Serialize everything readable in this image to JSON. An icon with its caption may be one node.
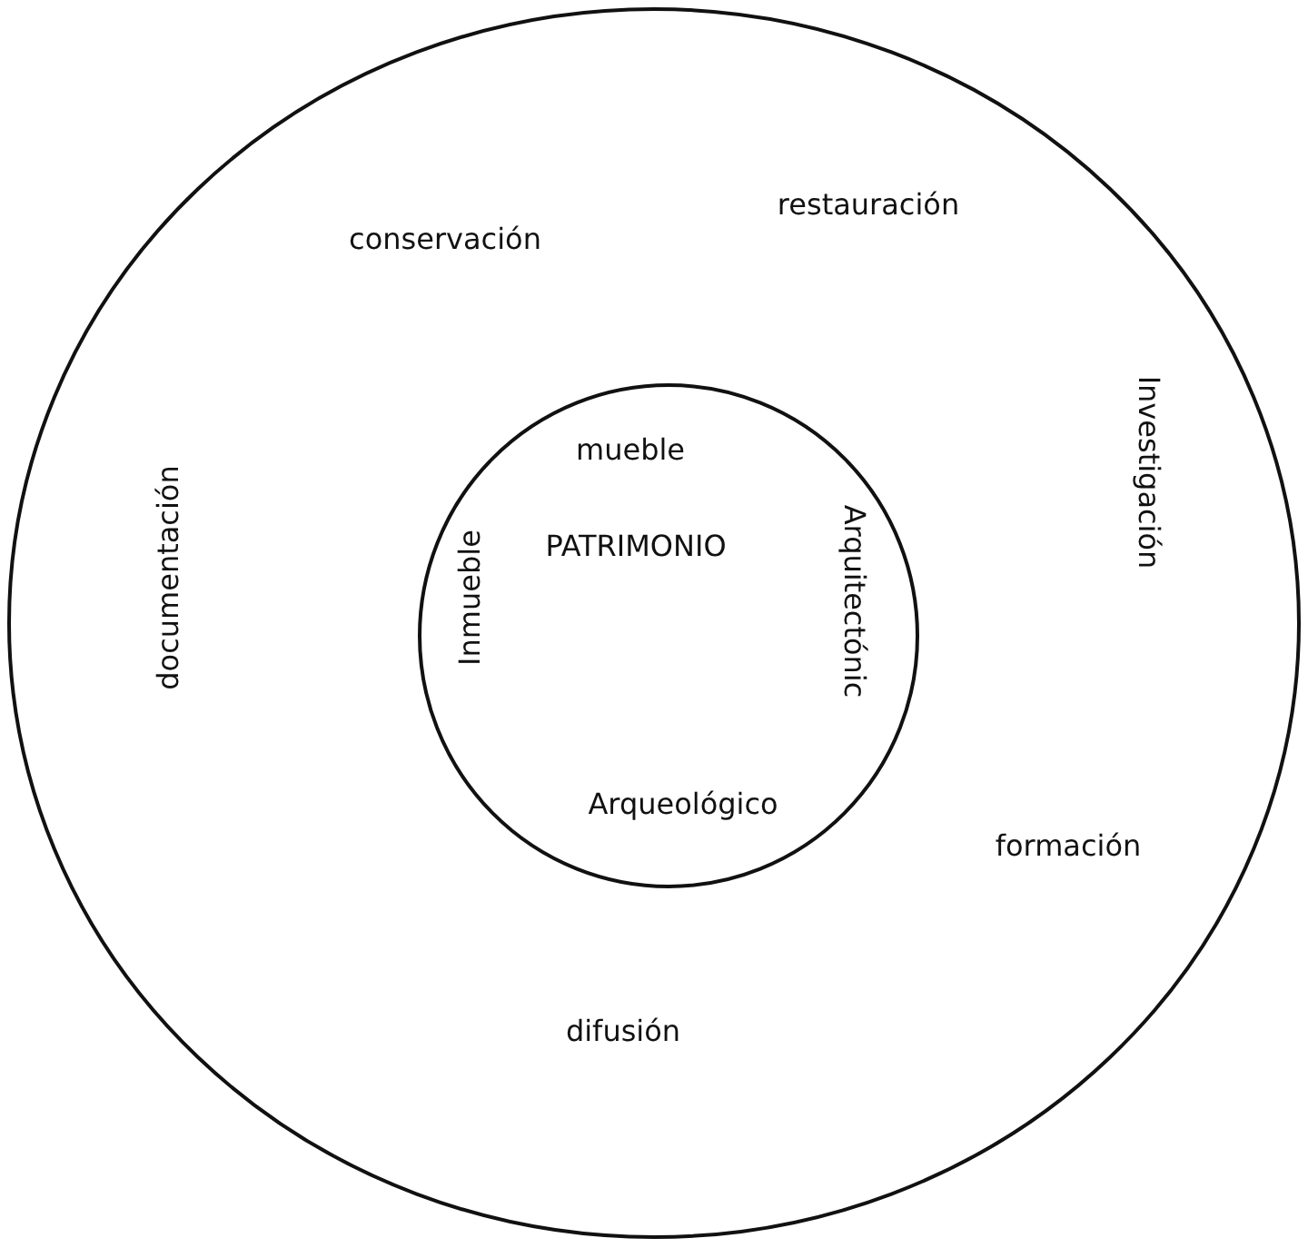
{
  "diagram": {
    "nodes": [
      {
        "text": [
          "conservación",
          "restauración",
          "documentación",
          "Investigación",
          "formación",
          "difusión"
        ]
      },
      {
        "text": [
          "mueble",
          "Inmueble",
          "PATRIMONIO",
          "Arquitectónic",
          "Arqueológico"
        ],
        "in": 0
      }
    ]
  }
}
